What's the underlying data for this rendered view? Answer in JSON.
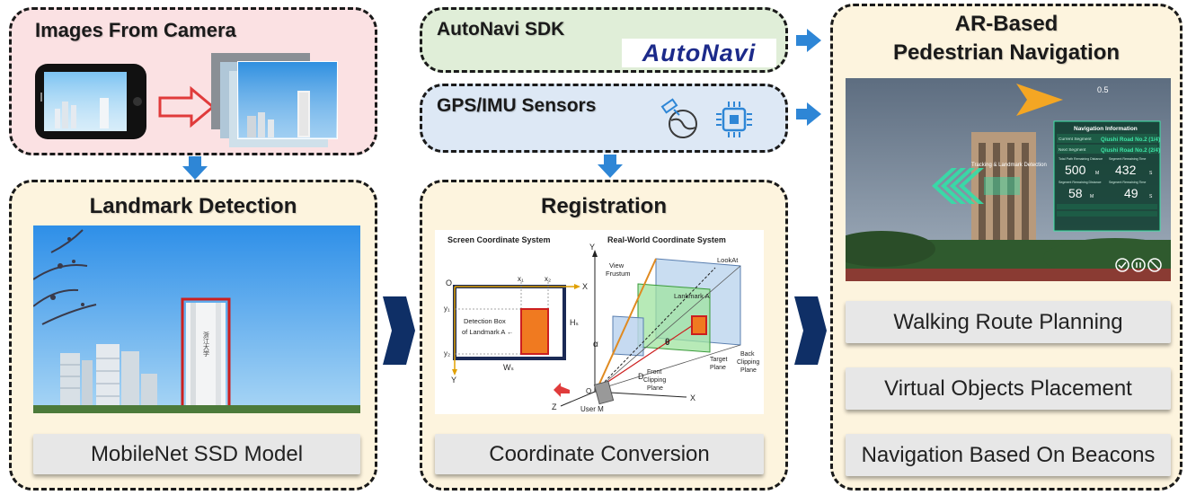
{
  "images_box": {
    "title": "Images From Camera"
  },
  "autonavi_box": {
    "title": "AutoNavi SDK",
    "logo": "AutoNavi"
  },
  "sensors_box": {
    "title": "GPS/IMU Sensors",
    "icons": [
      "satellite-globe-icon",
      "imu-chip-icon"
    ]
  },
  "landmark_box": {
    "title": "Landmark Detection",
    "model_label": "MobileNet SSD Model",
    "building_text": "浙江大学"
  },
  "registration_box": {
    "title": "Registration",
    "conversion_label": "Coordinate Conversion",
    "diagram": {
      "screen_title": "Screen Coordinate System",
      "world_title": "Real-World Coordinate System",
      "origin": "O",
      "axis_x": "X",
      "axis_y": "Y",
      "axis_z": "Z",
      "x1": "x₁",
      "x2": "x₂",
      "y1": "y₁",
      "y2": "y₂",
      "hs": "Hₛ",
      "ws": "Wₛ",
      "detection_box_line1": "Detection Box",
      "detection_box_line2": "of Landmark A ←",
      "view_frustum_1": "View",
      "view_frustum_2": "Frustum",
      "landmark": "Lankmark A",
      "look_at": "LookAt",
      "back_plane_1": "Back",
      "back_plane_2": "Clipping",
      "back_plane_3": "Plane",
      "target_plane_1": "Target",
      "target_plane_2": "Plane",
      "front_plane_1": "Front",
      "front_plane_2": "Clipping",
      "front_plane_3": "Plane",
      "theta": "θ",
      "alpha": "α",
      "d_label": "D",
      "user": "User M"
    }
  },
  "ar_box": {
    "title_line1": "AR-Based",
    "title_line2": "Pedestrian Navigation",
    "items": [
      "Walking Route Planning",
      "Virtual Objects Placement",
      "Navigation Based On Beacons"
    ],
    "screen": {
      "scale": "0.5",
      "panel_title": "Navigation Information",
      "current_segment_label": "Current Segment",
      "current_segment_value": "Qiushi Road No.2 (1/4)",
      "next_segment_label": "Next Segment",
      "next_segment_value": "Qiushi Road No.2 (2/4)",
      "dist1_label": "Total Path Remaining Distance",
      "time1_label": "Segment Remaining Time",
      "dist1": "500",
      "dist1_unit": "M",
      "time1": "432",
      "time1_unit": "S",
      "dist2_label": "Segment Remaining Distance",
      "time2_label": "Segment Remaining Time",
      "dist2": "58",
      "dist2_unit": "M",
      "time2": "49",
      "time2_unit": "S",
      "turn_text": "Tracking & Landmark Detection"
    }
  },
  "colors": {
    "arrow_blue": "#2e86d6",
    "big_arrow_navy": "#0f2f66",
    "detect_red": "#cc1f1f",
    "hint_arrow_red": "#e03b3b"
  }
}
